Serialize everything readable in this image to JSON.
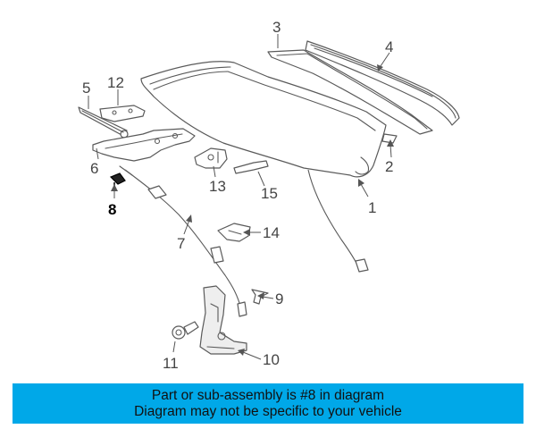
{
  "callouts": {
    "c1": "1",
    "c2": "2",
    "c3": "3",
    "c4": "4",
    "c5": "5",
    "c6": "6",
    "c7": "7",
    "c8": "8",
    "c9": "9",
    "c10": "10",
    "c11": "11",
    "c12": "12",
    "c13": "13",
    "c14": "14",
    "c15": "15"
  },
  "highlighted_part": "8",
  "colors": {
    "banner": "#00a8e8",
    "line": "#5a5a5a",
    "highlight": "#000000"
  },
  "banner": {
    "line1": "Part or sub-assembly is #8 in diagram",
    "line2": "Diagram may not be specific to your vehicle"
  }
}
